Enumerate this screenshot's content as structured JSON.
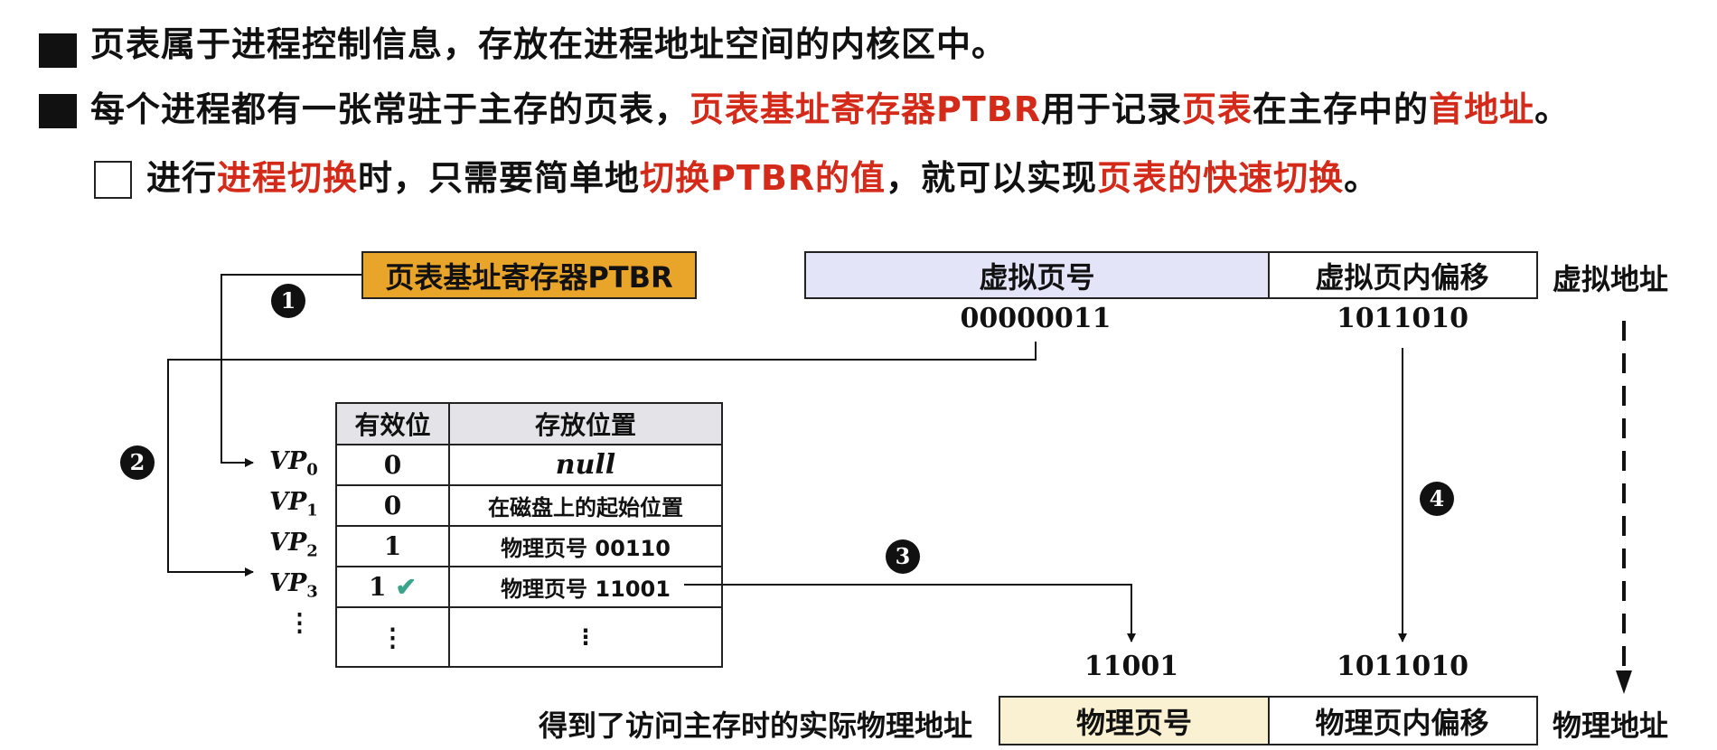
{
  "bullets": [
    {
      "segments": [
        "页表属于进程控制信息，存放在进程地址空间的内核区中。"
      ]
    },
    {
      "segments": [
        "每个进程都有一张常驻于主存的页表，",
        "页表基址寄存器PTBR",
        "用于记录",
        "页表",
        "在主存中的",
        "首地址",
        "。"
      ]
    },
    {
      "segments": [
        "进行",
        "进程切换",
        "时，只需要简单地",
        "切换PTBR的值",
        "，就可以实现",
        "页表的快速切换",
        "。"
      ]
    }
  ],
  "diagram": {
    "ptbr_label": "页表基址寄存器PTBR",
    "virtual_address": {
      "page_number_label": "虚拟页号",
      "offset_label": "虚拟页内偏移",
      "label": "虚拟地址",
      "page_number_value": "00000011",
      "offset_value": "1011010"
    },
    "steps": [
      "1",
      "2",
      "3",
      "4"
    ],
    "page_table": {
      "headers": [
        "有效位",
        "存放位置"
      ],
      "rows": [
        {
          "vp": "VP",
          "sub": "0",
          "valid": "0",
          "location": "null"
        },
        {
          "vp": "VP",
          "sub": "1",
          "valid": "0",
          "location": "在磁盘上的起始位置"
        },
        {
          "vp": "VP",
          "sub": "2",
          "valid": "1",
          "location": "物理页号 00110"
        },
        {
          "vp": "VP",
          "sub": "3",
          "valid": "1",
          "location": "物理页号 11001"
        },
        {
          "vp": "⋮",
          "sub": "",
          "valid": "⋮",
          "location": "⋮"
        }
      ]
    },
    "physical_address": {
      "caption": "得到了访问主存时的实际物理地址",
      "page_number_label": "物理页号",
      "offset_label": "物理页内偏移",
      "label": "物理地址",
      "page_number_value": "11001",
      "offset_value": "1011010"
    }
  },
  "colors": {
    "accent_red": "#d42a1a",
    "ptbr_fill": "#e8a52a",
    "virtual_page_fill": "#e4e4f8",
    "physical_page_fill": "#faf0d2",
    "check": "#3aa58a"
  }
}
